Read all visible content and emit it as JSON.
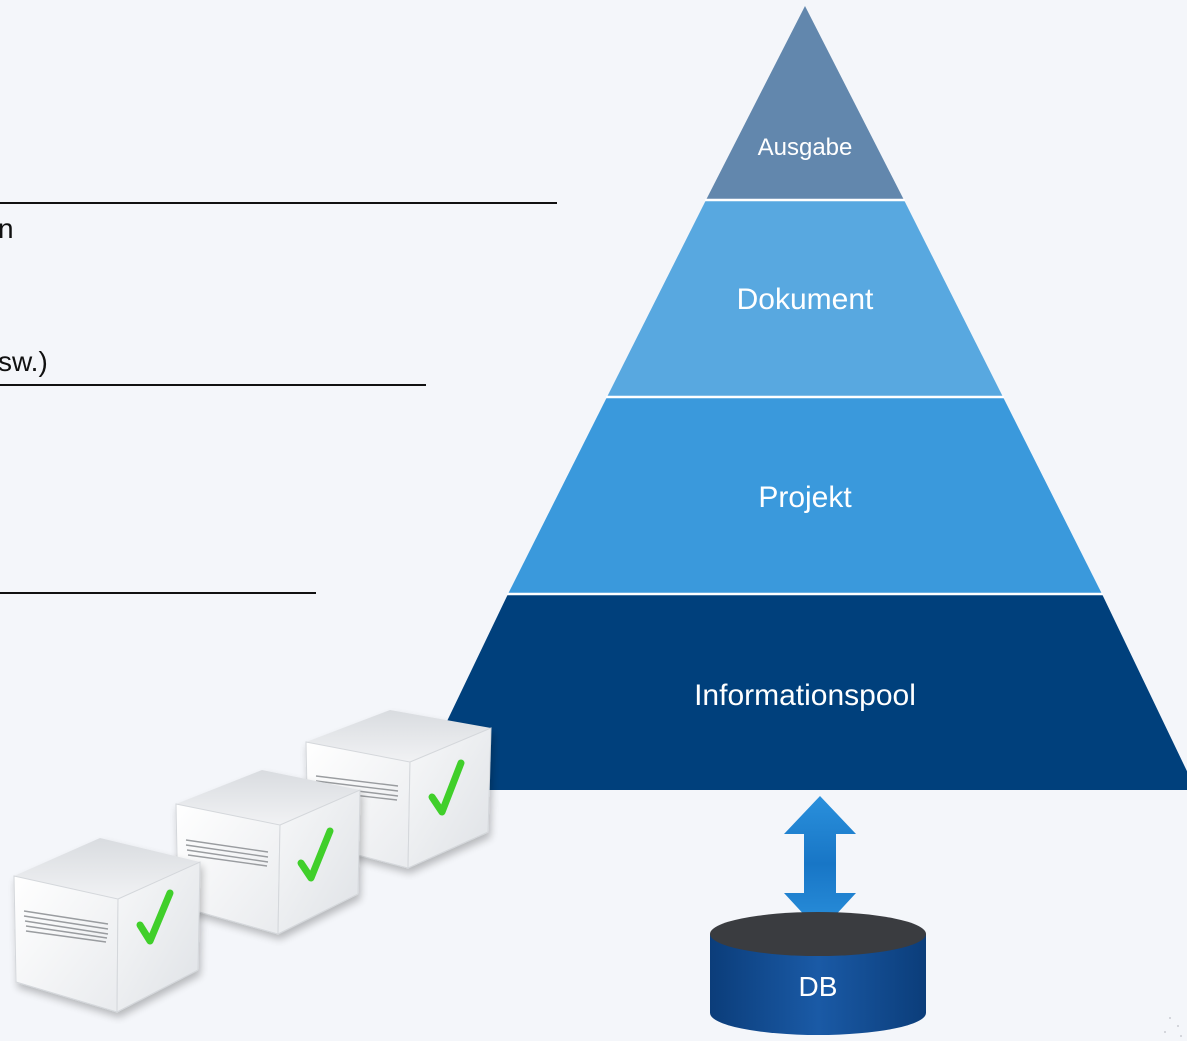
{
  "left_panel": {
    "text_fragments": [
      "n",
      "sw.)"
    ]
  },
  "pyramid": {
    "layers": [
      {
        "label": "Ausgabe",
        "color": "#6287ad"
      },
      {
        "label": "Dokument",
        "color": "#58a8e0"
      },
      {
        "label": "Projekt",
        "color": "#3a99dc"
      },
      {
        "label": "Informationspool",
        "color": "#00407c"
      }
    ]
  },
  "arrow": {
    "type": "bidirectional",
    "color": "#1f86d6"
  },
  "database": {
    "label": "DB",
    "body_color": "#10478a",
    "top_color": "#3a3c40"
  },
  "boxes": {
    "count": 3,
    "check_color": "#3fcf2c"
  }
}
